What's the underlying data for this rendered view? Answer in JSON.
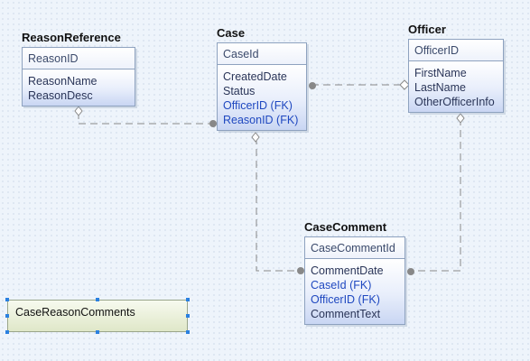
{
  "entities": {
    "reason_reference": {
      "title": "ReasonReference",
      "pk": "ReasonID",
      "attrs": [
        "ReasonName",
        "ReasonDesc"
      ]
    },
    "case": {
      "title": "Case",
      "pk": "CaseId",
      "attrs": [
        "CreatedDate",
        "Status",
        "OfficerID (FK)",
        "ReasonID (FK)"
      ]
    },
    "officer": {
      "title": "Officer",
      "pk": "OfficerID",
      "attrs": [
        "FirstName",
        "LastName",
        "OtherOfficerInfo"
      ]
    },
    "case_comment": {
      "title": "CaseComment",
      "pk": "CaseCommentId",
      "attrs": [
        "CommentDate",
        "CaseId (FK)",
        "OfficerID (FK)",
        "CommentText"
      ]
    }
  },
  "note": {
    "label": "CaseReasonComments",
    "selected": true
  },
  "colors": {
    "fk_text": "#1f48c0",
    "connector": "#888888",
    "selection_handle": "#2a80e0"
  }
}
